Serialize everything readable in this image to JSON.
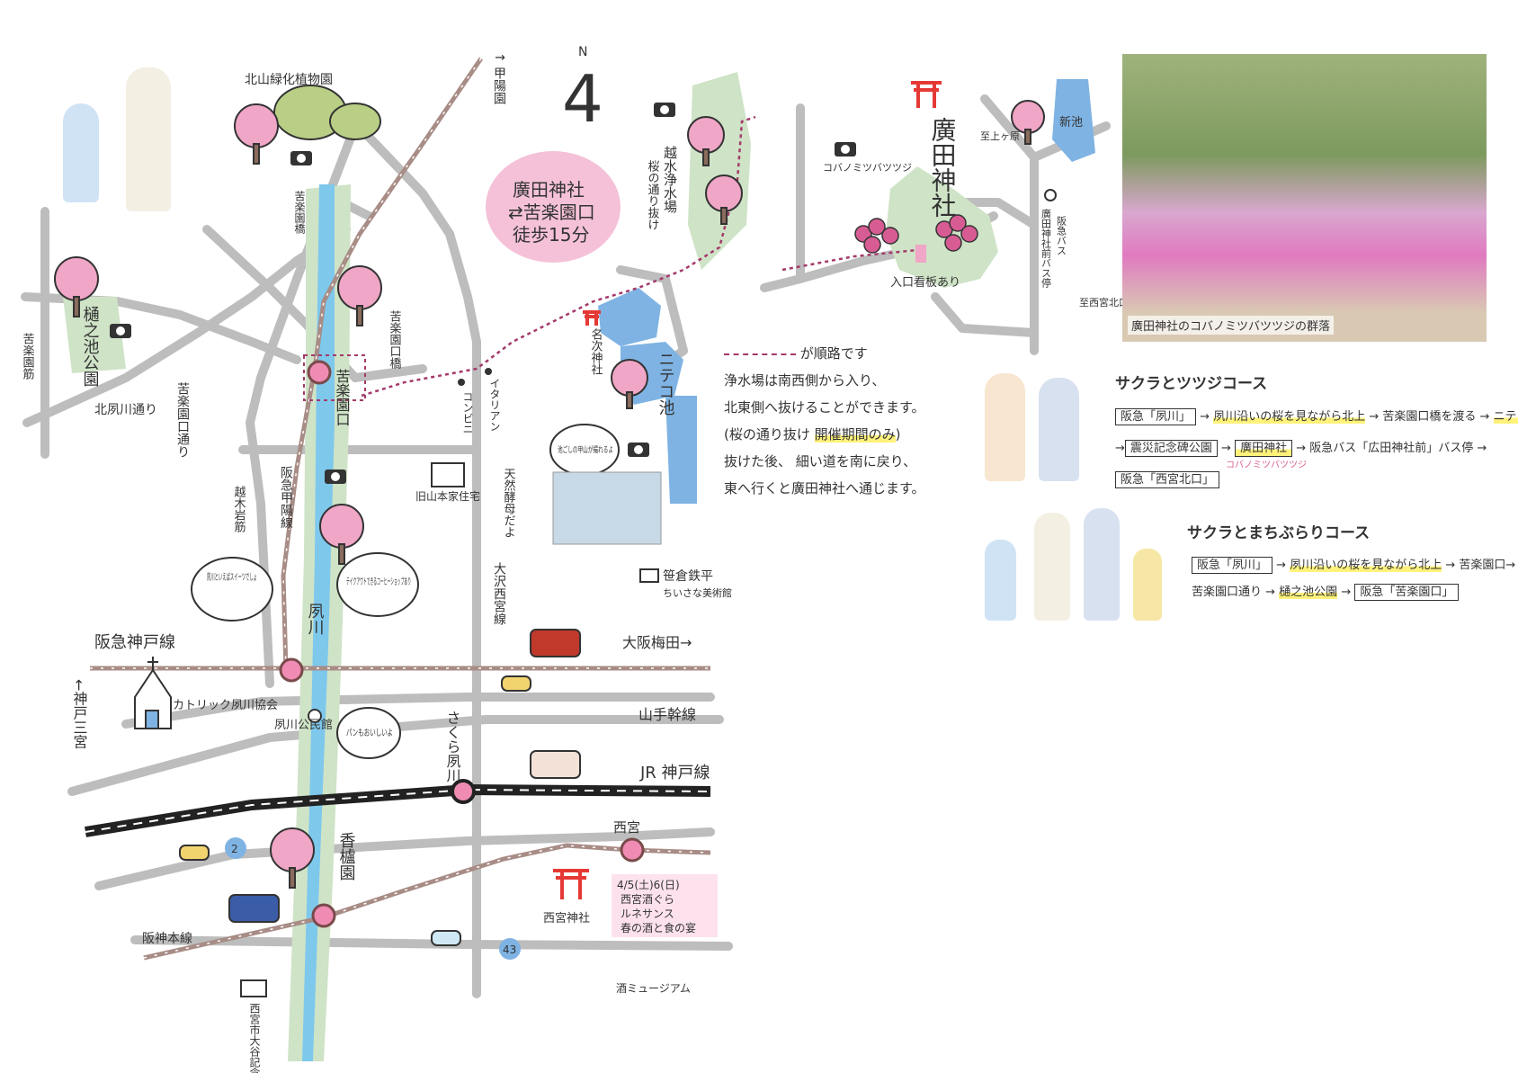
{
  "north": {
    "letter": "N",
    "symbol": "4"
  },
  "places": {
    "kitayama_garden": "北山緑化植物園",
    "koyoen_north": "↑ 甲陽園",
    "kurakuen_bridge_top": "苦楽園橋",
    "hinoike_park": "樋之池公園",
    "kurakuen_suji": "苦楽園筋",
    "kitashukugawa_dori": "北夙川通り",
    "kurakuenguchi_dori": "苦楽園口通り",
    "koshigi_suji": "越木岩筋",
    "kurakuenguchi_bridge": "苦楽園口橋",
    "kurakuenguchi_station": "苦楽園口",
    "koyo_line": "阪急甲陽線",
    "conbini": "コンビニ",
    "italian": "イタリアン",
    "yamamoto_house": "旧山本家住宅",
    "tennen_koubo": "天然酵母だよ",
    "osawa_nishinomiya": "大沢西宮線",
    "sasakura": "笹倉鉄平",
    "sasakura_sub": "ちいさな美術館",
    "sweets_bubble": "夙川といえばスイーツでしょ",
    "coffee_bubble": "テイクアウトできるコーヒーショップあり",
    "shukugawa_station": "夙川",
    "hankyu_kobe_line": "阪急神戸線",
    "osaka_umeda": "大阪梅田→",
    "kobe_sannomiya": "←神戸三宮",
    "catholic": "カトリック夙川協会",
    "kominkan": "夙川公民館",
    "pan_bubble": "パンもおいしいよ",
    "yamate": "山手幹線",
    "sakura_shukugawa": "さくら夙川",
    "jr_kobe_line": "JR 神戸線",
    "nishinomiya_station": "西宮",
    "route2": "2",
    "koroen": "香櫨園",
    "hanshin_line": "阪神本線",
    "nishinomiya_shrine": "西宮神社",
    "route43": "43",
    "sake_museum": "酒ミュージアム",
    "otani_museum": "西宮市大谷記念美術館",
    "event_date": "4/5(土)6(日)",
    "event_line1": "西宮酒ぐら",
    "event_line2": "ルネサンス",
    "event_line3": "春の酒と食の宴",
    "walk_bubble_1": "廣田神社",
    "walk_bubble_2": "⇄苦楽園口",
    "walk_bubble_3": "徒歩15分",
    "koshimizu": "越水浄水場",
    "sakura_tunnel": "桜の通り抜け",
    "nagutsugi": "名次神社",
    "niteko": "ニテコ池",
    "kamiyama_bubble": "池ごしの甲山が撮れるよ",
    "kobano": "コバノミツバツツジ",
    "hirota_shrine": "廣田神社",
    "entrance_sign": "入口看板あり",
    "to_kamigahara": "至上ヶ原",
    "shinike": "新池",
    "hankyu_bus": "阪急バス",
    "hirota_bus_stop": "廣田神社前バス停",
    "to_nishikita": "至西宮北口"
  },
  "legend": {
    "route_label": "が順路です",
    "note_1": "浄水場は南西側から入り、",
    "note_2": "北東側へ抜けることができます。",
    "note_3a": "(桜の通り抜け ",
    "note_3b": "開催期間のみ",
    "note_3c": ")",
    "note_4": "抜けた後、 細い道を南に戻り、",
    "note_5": "東へ行くと廣田神社へ通じます。"
  },
  "photo": {
    "caption": "廣田神社のコバノミツバツツジの群落"
  },
  "course1": {
    "title": "サクラとツツジコース",
    "s1": "阪急「夙川」",
    "s2": "夙川沿いの桜を見ながら北上",
    "s3": "→ 苦楽園口橋を渡る →",
    "s4": "ニテコ池",
    "s5": "震災記念碑公園",
    "s6": "廣田神社",
    "s6_note": "コバノミツバツツジ",
    "s7": "→ 阪急バス「広田神社前」バス停 →",
    "s8": "阪急「西宮北口」"
  },
  "course2": {
    "title": "サクラとまちぶらりコース",
    "s1": "阪急「夙川」",
    "s2": "夙川沿いの桜を見ながら北上",
    "s3": "→ 苦楽園口→",
    "s4": "苦楽園口通り →",
    "s5": "樋之池公園",
    "s6": "阪急「苦楽園口」"
  },
  "colors": {
    "road": "#bdbdbd",
    "river": "#7ec8ec",
    "park": "#cfe3c7",
    "sakura": "#f0a6c6",
    "rail": "#a88c86",
    "station": "#f08cb4",
    "event_bg": "#fde2ee",
    "route": "#a33a6a",
    "pond": "#7fb3e3"
  }
}
